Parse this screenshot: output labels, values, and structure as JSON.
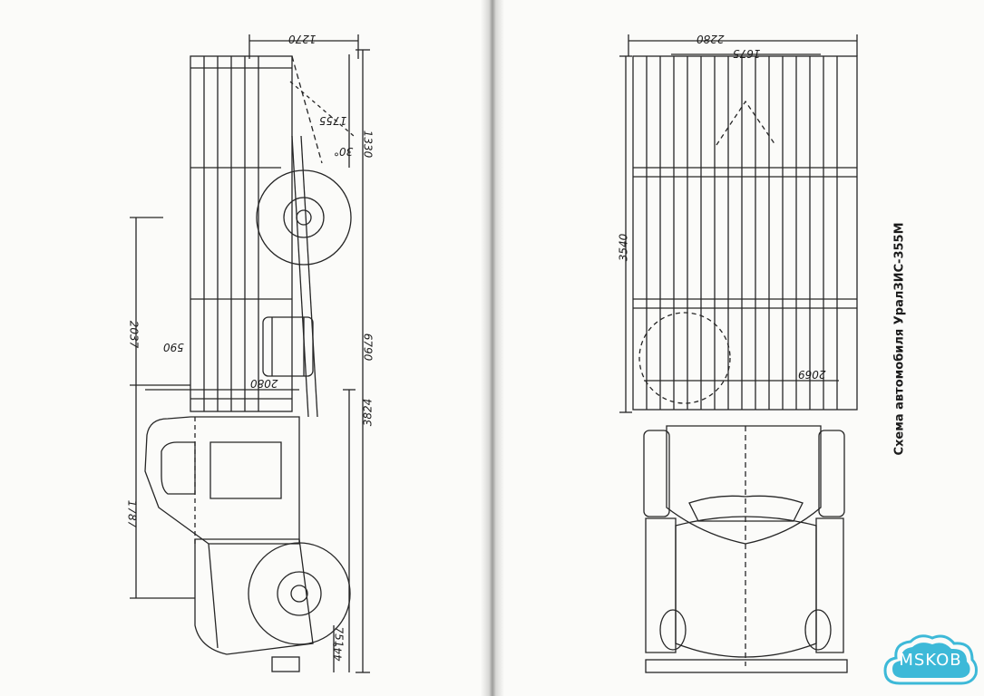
{
  "caption": "Схема автомобиля УралЗИС-355М",
  "watermark": {
    "text": "MSKOB",
    "color": "#3db9d8"
  },
  "side_view": {
    "dimensions": {
      "top_length": "1270",
      "rear_overhang": "1755",
      "rear_angle": "30°",
      "rear_height": "1330",
      "wheelbase": "2037",
      "body_offset": "590",
      "overall_length": "6790",
      "body_front": "2080",
      "front_section": "3824",
      "cab_height": "1787",
      "front_overhang": "751",
      "front_angle": "44°"
    }
  },
  "top_view": {
    "dimensions": {
      "body_width": "2280",
      "rear_track": "1675",
      "body_length": "3540",
      "front_track": "2069"
    }
  }
}
